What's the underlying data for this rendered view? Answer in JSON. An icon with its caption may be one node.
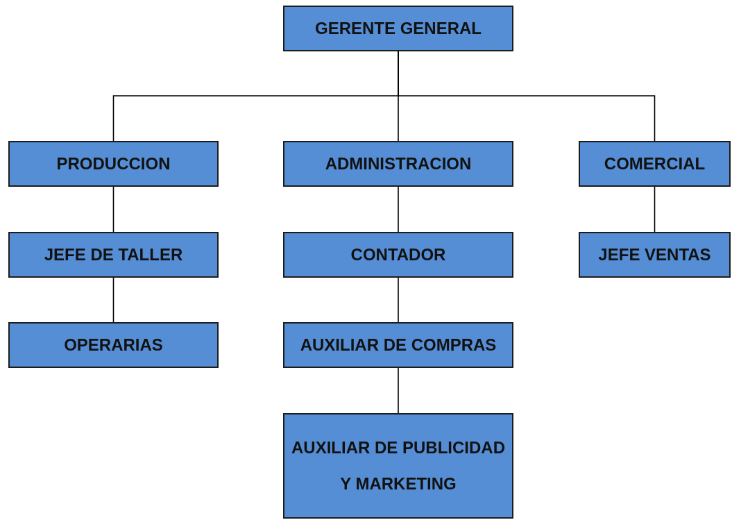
{
  "diagram": {
    "nodes": [
      {
        "text": [
          "GERENTE GENERAL"
        ]
      },
      {
        "text": [
          "PRODUCCION"
        ]
      },
      {
        "text": [
          "ADMINISTRACION"
        ]
      },
      {
        "text": [
          "COMERCIAL"
        ]
      },
      {
        "text": [
          "JEFE DE TALLER"
        ]
      },
      {
        "text": [
          "CONTADOR"
        ]
      },
      {
        "text": [
          "JEFE VENTAS"
        ]
      },
      {
        "text": [
          "OPERARIAS"
        ]
      },
      {
        "text": [
          "AUXILIAR DE COMPRAS"
        ]
      },
      {
        "text": [
          "AUXILIAR DE PUBLICIDAD Y MARKETING"
        ]
      }
    ],
    "edges": [
      {
        "from": 0,
        "to": 1,
        "arrow": "none"
      },
      {
        "from": 0,
        "to": 2,
        "arrow": "none"
      },
      {
        "from": 0,
        "to": 3,
        "arrow": "none"
      },
      {
        "from": 1,
        "to": 4,
        "arrow": "none"
      },
      {
        "from": 4,
        "to": 7,
        "arrow": "none"
      },
      {
        "from": 2,
        "to": 5,
        "arrow": "none"
      },
      {
        "from": 5,
        "to": 8,
        "arrow": "none"
      },
      {
        "from": 8,
        "to": 9,
        "arrow": "none"
      },
      {
        "from": 3,
        "to": 6,
        "arrow": "none"
      }
    ]
  }
}
